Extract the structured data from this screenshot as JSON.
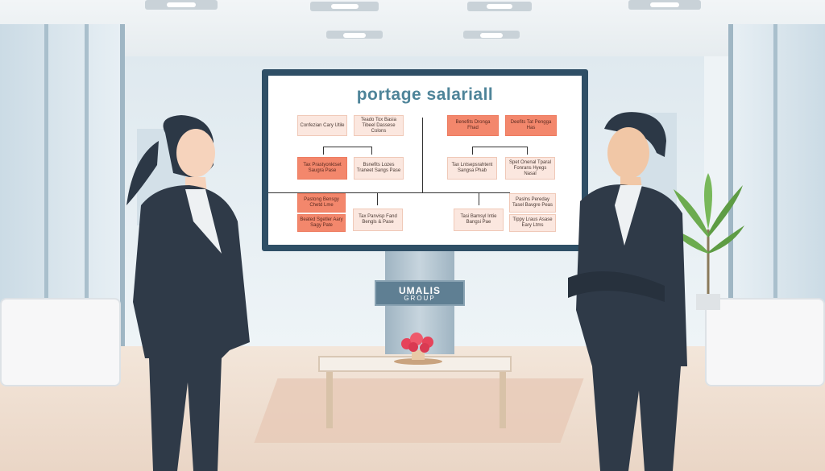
{
  "screen": {
    "title": "portage salariall",
    "boxes": [
      {
        "id": "b1",
        "text": "Confezian Cary Utile",
        "style": "light"
      },
      {
        "id": "b2",
        "text": "Teado Tox Basia Tibeel Dassese Colons",
        "style": "light"
      },
      {
        "id": "b3",
        "text": "Benefits Dronga Fhad",
        "style": "dark"
      },
      {
        "id": "b4",
        "text": "Deefits Tat Pengga Has",
        "style": "dark"
      },
      {
        "id": "b5",
        "text": "Tax Prastyonktset Saugra Pase",
        "style": "dark"
      },
      {
        "id": "b6",
        "text": "Bsnefits Lozes Traneet Sangs Pase",
        "style": "light"
      },
      {
        "id": "b7",
        "text": "Tax Lntsepsrahtent Sangsa Phab",
        "style": "light"
      },
      {
        "id": "b8",
        "text": "Spet Onenal Tparal Fonrans Hyegs Nasal",
        "style": "light"
      },
      {
        "id": "b9",
        "text": "Pastong Bensgy Chetd Lme",
        "style": "dark"
      },
      {
        "id": "b10",
        "text": "Beated Sgetler Aary Sagy Pate",
        "style": "dark"
      },
      {
        "id": "b11",
        "text": "Tax Panvisp Fand Bengls & Pase",
        "style": "light"
      },
      {
        "id": "b12",
        "text": "Tasi Bamsyl Intie Bangsi Pae",
        "style": "light"
      },
      {
        "id": "b13",
        "text": "Paslns Pereday Tasel Bavgre Peas",
        "style": "light"
      },
      {
        "id": "b14",
        "text": "Tippy Lraus Asase Eary Ltms",
        "style": "light"
      }
    ]
  },
  "sign": {
    "line1": "UMALIS",
    "line2": "GROUP"
  },
  "colors": {
    "accent": "#f3876c",
    "light_box": "#fbe7df",
    "title": "#4e8499",
    "frame": "#2f4f66"
  }
}
